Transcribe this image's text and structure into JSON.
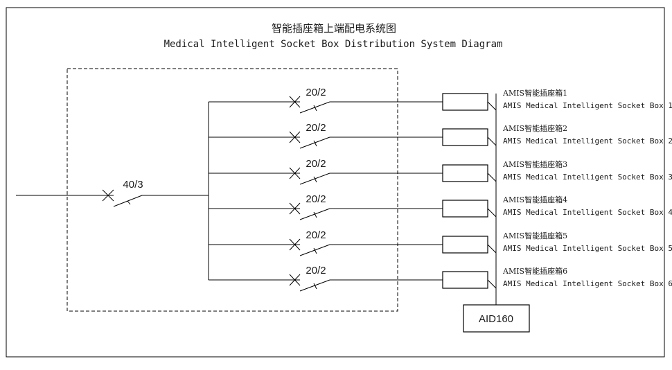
{
  "title_cn": "智能插座箱上端配电系统图",
  "title_en": "Medical Intelligent Socket Box Distribution System Diagram",
  "main_breaker": {
    "rating": "40/3"
  },
  "branches": [
    {
      "breaker_rating": "20/2",
      "label_cn": "AMIS智能插座箱1",
      "label_en": "AMIS Medical Intelligent Socket Box 1"
    },
    {
      "breaker_rating": "20/2",
      "label_cn": "AMIS智能插座箱2",
      "label_en": "AMIS Medical Intelligent Socket Box 2"
    },
    {
      "breaker_rating": "20/2",
      "label_cn": "AMIS智能插座箱3",
      "label_en": "AMIS Medical Intelligent Socket Box 3"
    },
    {
      "breaker_rating": "20/2",
      "label_cn": "AMIS智能插座箱4",
      "label_en": "AMIS Medical Intelligent Socket Box 4"
    },
    {
      "breaker_rating": "20/2",
      "label_cn": "AMIS智能插座箱5",
      "label_en": "AMIS Medical Intelligent Socket Box 5"
    },
    {
      "breaker_rating": "20/2",
      "label_cn": "AMIS智能插座箱6",
      "label_en": "AMIS Medical Intelligent Socket Box 6"
    }
  ],
  "monitor": {
    "label": "AID160"
  }
}
